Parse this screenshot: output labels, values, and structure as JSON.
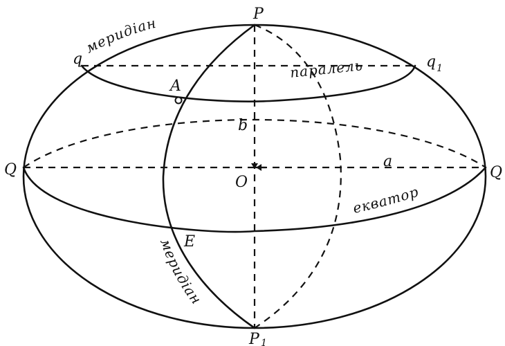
{
  "labels": {
    "north_pole": "P",
    "south_pole": "P",
    "south_pole_sub": "1",
    "q_left": "q",
    "q_right": "q",
    "q_right_sub": "1",
    "meridian_top": "меридіан",
    "meridian_left": "меридіан",
    "parallel": "паралель",
    "point_a": "A",
    "b": "b",
    "center": "O",
    "a": "a",
    "q_equator_left": "Q",
    "q_equator_right": "Q",
    "equator": "екватор",
    "e": "E"
  }
}
